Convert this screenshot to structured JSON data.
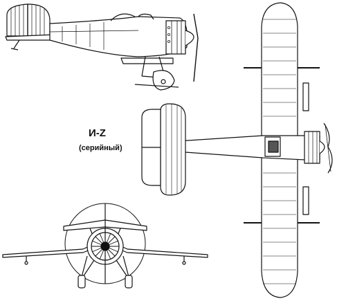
{
  "drawing": {
    "title": "И-Z",
    "subtitle": "(серийный)",
    "views": [
      "side-view",
      "top-view",
      "front-view"
    ]
  }
}
